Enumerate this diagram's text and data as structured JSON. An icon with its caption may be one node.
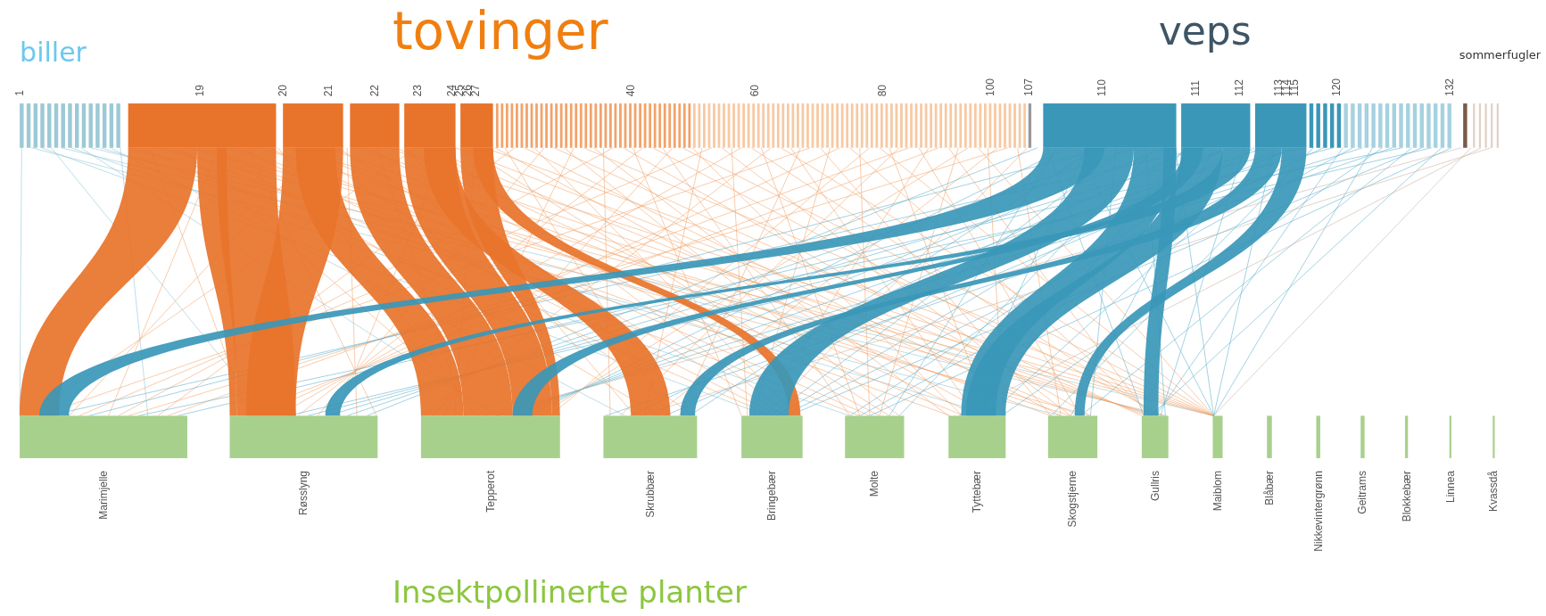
{
  "diagram": {
    "labels": [
      "biller",
      "tovinger",
      "veps",
      "sommerfugler",
      "1",
      "19",
      "20",
      "21",
      "22",
      "23",
      "24",
      "25",
      "26",
      "27",
      "40",
      "60",
      "80",
      "100",
      "107",
      "110",
      "111",
      "112",
      "113",
      "114",
      "115",
      "120",
      "132",
      "Marimjelle",
      "Røsslyng",
      "Tepperot",
      "Skrubbær",
      "Bringebær",
      "Molte",
      "Tyttebær",
      "Skogstjerne",
      "Gullris",
      "Maiblom",
      "Blåbær",
      "Nikkevintergrønn",
      "Geitrams",
      "Blokkebær",
      "Linnea",
      "Kvassdå",
      "Insektpollinerte planter"
    ]
  }
}
